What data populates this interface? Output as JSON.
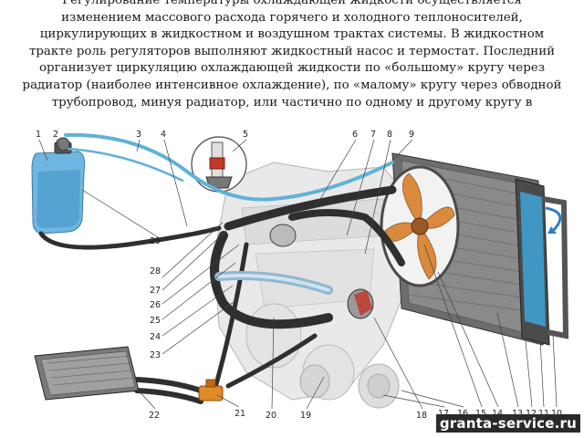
{
  "article": {
    "lines": [
      "Регулирование температуры охлаждающей жидкости осуществляется",
      "изменением массового расхода горячего и холодного теплоносителей,",
      "циркулирующих в жидкостном и воздушном трактах системы. В жидкостном",
      "тракте роль регуляторов выполняют жидкостный насос и термостат. Последний",
      "организует циркуляцию охлаждающей жидкости по «большому» кругу через",
      "радиатор (наиболее интенсивное охлаждение), по «малому» кругу через обводной",
      "трубопровод, минуя радиатор, или частично по одному и другому кругу в"
    ]
  },
  "diagram": {
    "callouts": [
      "1",
      "2",
      "3",
      "4",
      "5",
      "6",
      "7",
      "8",
      "9",
      "10",
      "11",
      "12",
      "13",
      "14",
      "15",
      "16",
      "17",
      "18",
      "19",
      "20",
      "21",
      "22",
      "23",
      "24",
      "25",
      "26",
      "27",
      "28",
      "29"
    ]
  },
  "watermark": "granta-service.ru",
  "colors": {
    "coolant_hose_blue": "#5fb2d8",
    "hose_dark": "#2f2f2f",
    "fan_orange": "#d98a3c",
    "radiator_gray": "#5a5a5a",
    "engine_light": "#e6e6e6",
    "thermostat_red": "#c0392b"
  }
}
